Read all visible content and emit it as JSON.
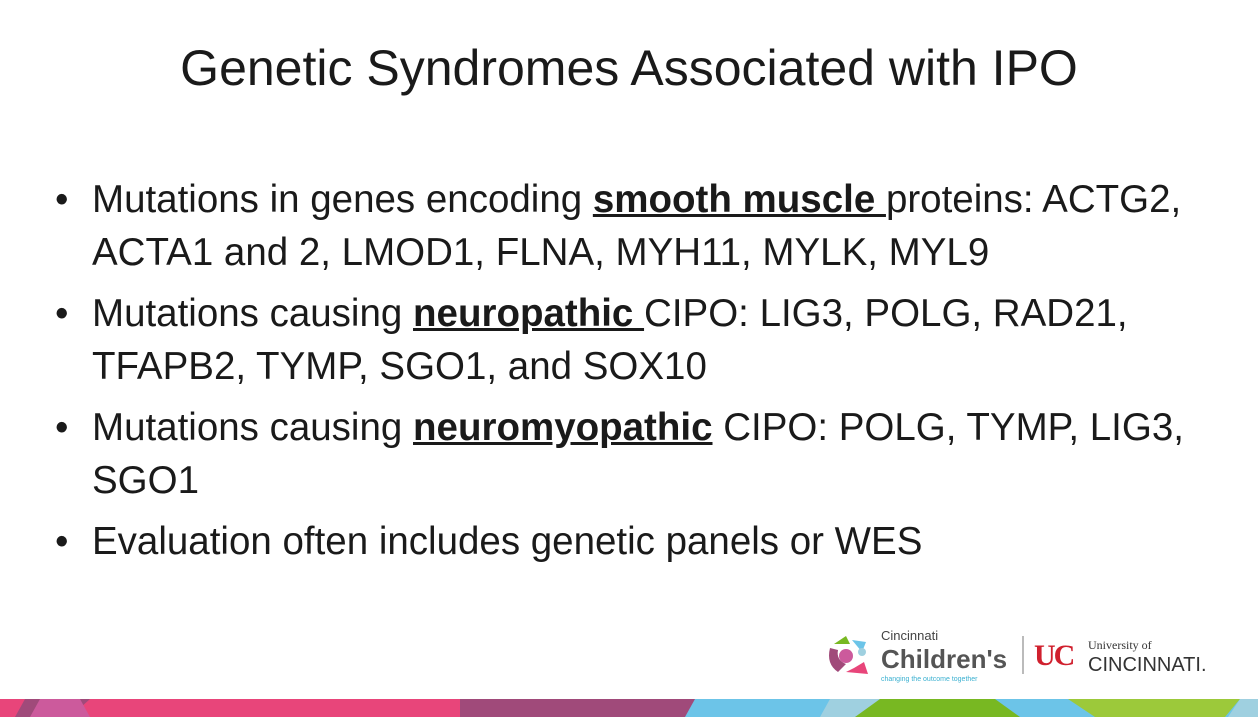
{
  "slide": {
    "title": "Genetic Syndromes Associated with IPO",
    "bullets": [
      {
        "pre": "Mutations in genes encoding ",
        "em": "smooth muscle ",
        "post": "proteins: ACTG2, ACTA1 and 2, LMOD1, FLNA, MYH11, MYLK, MYL9"
      },
      {
        "pre": "Mutations causing ",
        "em": "neuropathic ",
        "post": "CIPO: LIG3, POLG, RAD21, TFAPB2, TYMP, SGO1, and SOX10"
      },
      {
        "pre": "Mutations causing ",
        "em": "neuromyopathic",
        "post": " CIPO: POLG, TYMP, LIG3, SGO1"
      },
      {
        "pre": "Evaluation often includes genetic panels or WES",
        "em": "",
        "post": ""
      }
    ],
    "bullet_char": "•"
  },
  "logos": {
    "cincinnati_childrens": {
      "line1": "Cincinnati",
      "line2": "Children's",
      "tagline": "changing the outcome together"
    },
    "uc": {
      "mark": "UC",
      "line1": "University of",
      "line2": "CINCINNATI."
    }
  },
  "colors": {
    "pink": "#e8457a",
    "purple": "#a04a7a",
    "magenta": "#cc5a9c",
    "blue": "#6cc4e8",
    "lightblue": "#9fd0e0",
    "green": "#78b822",
    "lime": "#9cc93a"
  }
}
